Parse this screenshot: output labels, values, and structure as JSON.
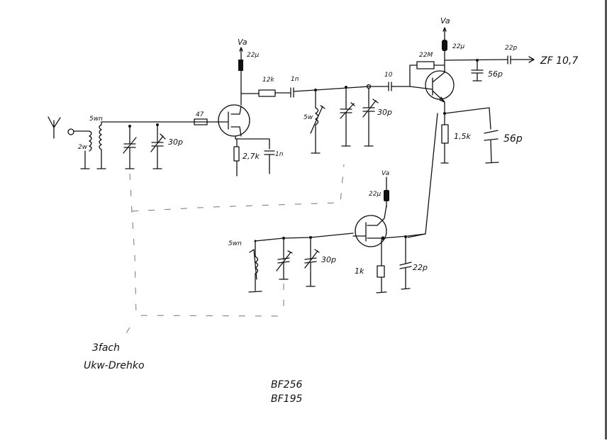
{
  "diagram": {
    "type": "schematic",
    "title_notes": [
      "BF256",
      "BF195"
    ],
    "tuning_note": [
      "3fach",
      "Ukw-Drehko"
    ],
    "supply_label": "Va",
    "output_label": "ZF 10,7",
    "components": {
      "antenna": "antenna",
      "input_coil_primary": "2w",
      "input_coil_secondary": "5wn",
      "input_trim_cap": "30p",
      "gate_resistor": "47",
      "rf_drain_choke": "22µ",
      "rf_source_resistor": "2,7k",
      "rf_source_cap": "1n",
      "coupling_resistor": "12k",
      "coupling_cap": "1n",
      "interstage_coil": "5w",
      "interstage_trim_cap": "30p",
      "mixer_input_cap": "10",
      "mixer_feedback_resistor": "22M",
      "mixer_collector_choke": "22µ",
      "if_filter_cap": "56p",
      "output_cap": "22p",
      "mixer_emitter_resistor": "1,5k",
      "mixer_emitter_cap": "56p",
      "osc_coil": "5wn",
      "osc_trim_cap": "30p",
      "osc_drain_choke": "22µ",
      "osc_source_resistor": "1k",
      "osc_source_cap": "22p"
    }
  }
}
